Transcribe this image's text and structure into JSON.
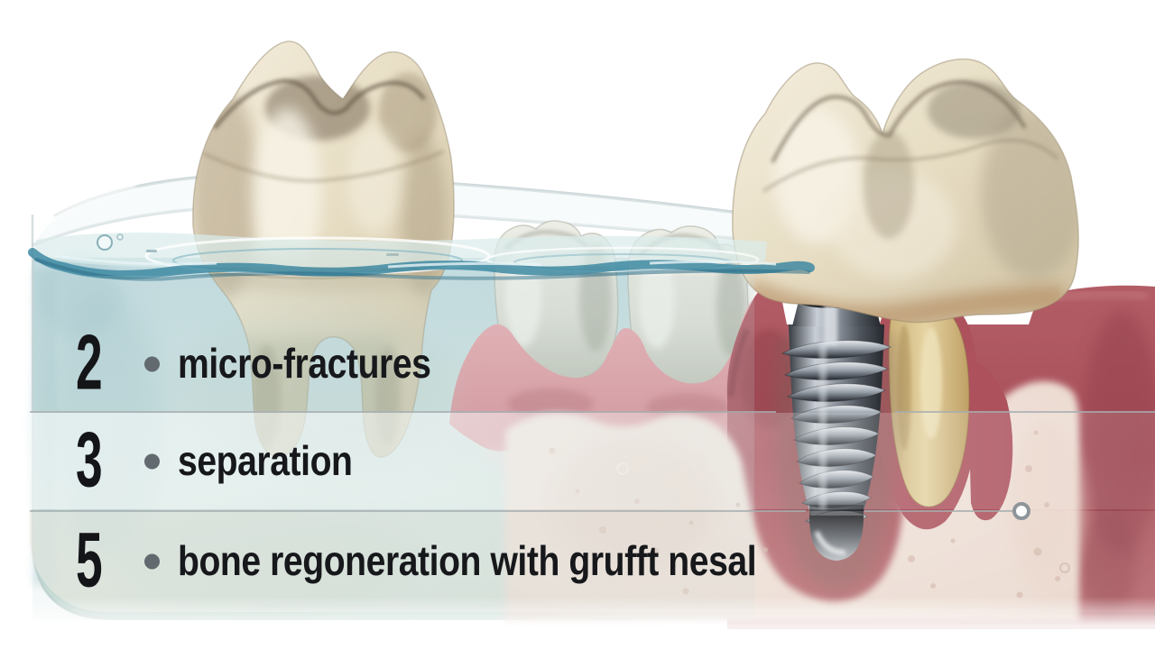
{
  "illustration": {
    "style": "watercolor-dental-diagram",
    "elements": [
      "extracted-molar-floating-in-glass-water-dish",
      "two-loose-molars-in-gum-ridge",
      "dental-implant-screw-in-jawbone",
      "molar-crown-over-implant",
      "tooth-root-cross-section",
      "gum-and-bone-cross-section",
      "water-surface-ripples"
    ]
  },
  "list": {
    "items": [
      {
        "number": "2",
        "bullet": "•",
        "label": "micro-fractures"
      },
      {
        "number": "3",
        "bullet": "•",
        "label": "separation"
      },
      {
        "number": "5",
        "bullet": "•",
        "label": "bone regoneration with grufft nesal"
      }
    ]
  },
  "annotation": {
    "type": "leader-line-with-circle-marker"
  },
  "colors": {
    "background": "#ffffff",
    "water": "#c7dee0",
    "waterline_teal": "#3e89a2",
    "tooth_cream": "#e9dfc6",
    "tooth_gray": "#dcded4",
    "gum_pink": "#dd9aa2",
    "gum_dark_red": "#a94f5a",
    "bone": "#efe0d7",
    "implant_metal": "#6d747d",
    "root_yellow": "#d2b87e",
    "text": "#17181b",
    "bullet": "#62696f",
    "leader_line": "#a8afb2"
  }
}
